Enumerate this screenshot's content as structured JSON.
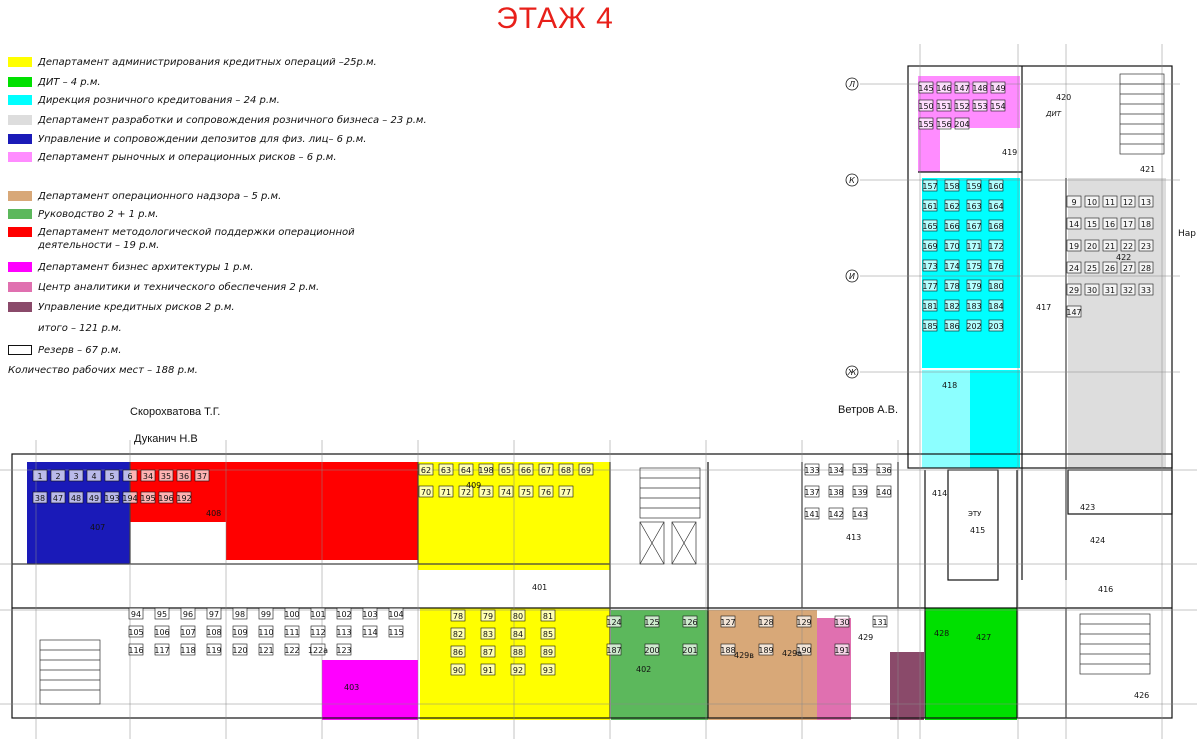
{
  "title": "ЭТАЖ 4",
  "legend": [
    {
      "color": "#ffff00",
      "text": "Департамент администрирования кредитных операций –25р.м."
    },
    {
      "color": "#00e000",
      "text": "ДИТ –  4 р.м."
    },
    {
      "color": "#00ffff",
      "text": "Дирекция розничного кредитования – 24 р.м."
    },
    {
      "color": "#dddddd",
      "text": "Департамент разработки и сопровождения розничного бизнеса  – 23 р.м."
    },
    {
      "color": "#1a1ab8",
      "text": "Управление и сопровождении депозитов для физ. лиц– 6 р.м."
    },
    {
      "color": "#ff8cff",
      "text": "Департамент рыночных и операционных рисков  – 6 р.м."
    },
    {
      "color": "#d8a878",
      "text": "Департамент операционного надзора – 5 р.м."
    },
    {
      "color": "#5cb85c",
      "text": "Руководство 2 + 1 р.м."
    },
    {
      "color": "#ff0000",
      "text": "Департамент методологической поддержки операционной\nдеятельности – 19  р.м."
    },
    {
      "color": "#ff00ff",
      "text": "Департамент бизнес архитектуры 1 р.м."
    },
    {
      "color": "#e070b0",
      "text": "Центр аналитики и технического обеспечения 2 р.м."
    },
    {
      "color": "#8a4a6a",
      "text": "Управление кредитных рисков 2 р.м."
    }
  ],
  "total": "итого – 121 р.м.",
  "reserve": "Резерв – 67 р.м.",
  "workplaces": "Количество рабочих мест – 188 р.м.",
  "people": {
    "p1": "Скорохватова Т.Г.",
    "p2": "Дуканич Н.В",
    "p3": "Ветров А.В."
  },
  "axes": [
    "Л",
    "К",
    "И",
    "Ж"
  ],
  "rooms": {
    "r401": "401",
    "r402": "402",
    "r403": "403",
    "r407": "407",
    "r408": "408",
    "r409": "409",
    "r413": "413",
    "r414": "414",
    "r415": "415",
    "r416": "416",
    "r417": "417",
    "r418": "418",
    "r419": "419",
    "r420": "420",
    "r421": "421",
    "r422": "422",
    "r423": "423",
    "r424": "424",
    "r426": "426",
    "r427": "427",
    "r428": "428",
    "r429": "429",
    "r429a": "429а",
    "r429b": "429в",
    "etu": "ЭТУ",
    "dit": "ДИТ",
    "cut": "Нар"
  },
  "seats": {
    "a": [
      "1",
      "2",
      "3",
      "4",
      "5",
      "6",
      "34",
      "35",
      "36",
      "37",
      "38",
      "47",
      "48",
      "49",
      "193",
      "194",
      "195",
      "196",
      "192"
    ],
    "b": [
      "62",
      "63",
      "64",
      "198",
      "65",
      "66",
      "67",
      "68",
      "69",
      "70",
      "71",
      "72",
      "73",
      "74",
      "75",
      "76",
      "77"
    ],
    "c": [
      "94",
      "95",
      "96",
      "97",
      "98",
      "99",
      "100",
      "101",
      "102",
      "103",
      "104",
      "105",
      "106",
      "107",
      "108",
      "109",
      "110",
      "111",
      "112",
      "113",
      "114",
      "115",
      "116",
      "117",
      "118",
      "119",
      "120",
      "121",
      "122",
      "122а",
      "123"
    ],
    "d": [
      "78",
      "79",
      "80",
      "81",
      "82",
      "83",
      "84",
      "85",
      "86",
      "87",
      "88",
      "89",
      "90",
      "91",
      "92",
      "93"
    ],
    "e": [
      "124",
      "125",
      "126",
      "127",
      "128",
      "129",
      "130",
      "131",
      "187",
      "200",
      "201",
      "188",
      "189",
      "190",
      "191"
    ],
    "f": [
      "133",
      "134",
      "135",
      "136",
      "137",
      "138",
      "139",
      "140",
      "141",
      "142",
      "143"
    ],
    "g": [
      "145",
      "146",
      "147",
      "148",
      "149",
      "150",
      "151",
      "152",
      "153",
      "154",
      "155",
      "156",
      "204"
    ],
    "h": [
      "157",
      "158",
      "159",
      "160",
      "161",
      "162",
      "163",
      "164",
      "165",
      "166",
      "167",
      "168",
      "169",
      "170",
      "171",
      "172",
      "173",
      "174",
      "175",
      "176",
      "177",
      "178",
      "179",
      "180",
      "181",
      "182",
      "183",
      "184",
      "185",
      "186",
      "202",
      "203"
    ],
    "i": [
      "9",
      "10",
      "11",
      "12",
      "13",
      "14",
      "15",
      "16",
      "17",
      "18",
      "19",
      "20",
      "21",
      "22",
      "23",
      "24",
      "25",
      "26",
      "27",
      "28",
      "29",
      "30",
      "31",
      "32",
      "33",
      "147"
    ]
  }
}
